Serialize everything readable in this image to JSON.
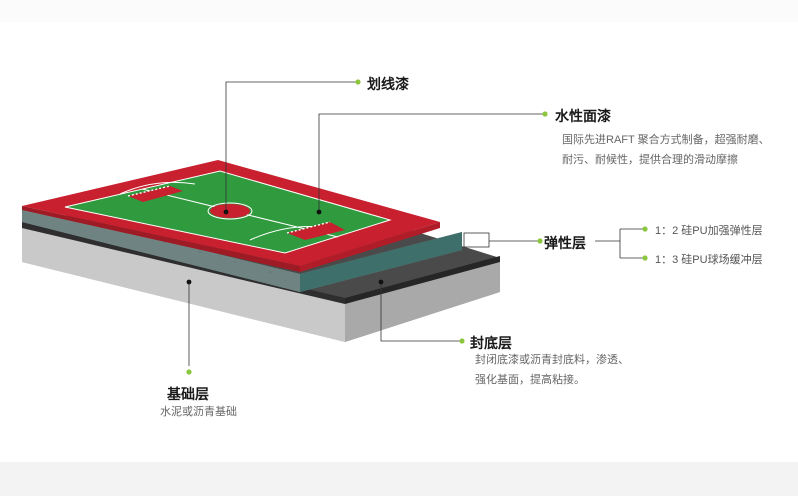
{
  "layers": {
    "marking_paint": {
      "title": "划线漆"
    },
    "waterborne_topcoat": {
      "title": "水性面漆",
      "desc_lines": [
        "国际先进RAFT 聚合方式制备，超强耐磨、",
        "耐污、耐候性，提供合理的滑动摩擦"
      ]
    },
    "elastic_layer": {
      "title": "弹性层",
      "options": [
        "1：2 硅PU加强弹性层",
        "1：3  硅PU球场缓冲层"
      ]
    },
    "sealing_layer": {
      "title": "封底层",
      "desc_lines": [
        "封闭底漆或沥青封底料，渗透、",
        "强化基面，提高粘接。"
      ]
    },
    "base_layer": {
      "title": "基础层",
      "desc": "水泥或沥青基础"
    }
  },
  "colors": {
    "accent_dot": "#8cc63f",
    "court_green": "#2f9a3e",
    "court_red": "#c8202e",
    "elastic_teal": "#3d6e6a",
    "sealing_dark": "#3a3a3a",
    "concrete": "#bdbdbd",
    "leader_line": "#333333"
  }
}
